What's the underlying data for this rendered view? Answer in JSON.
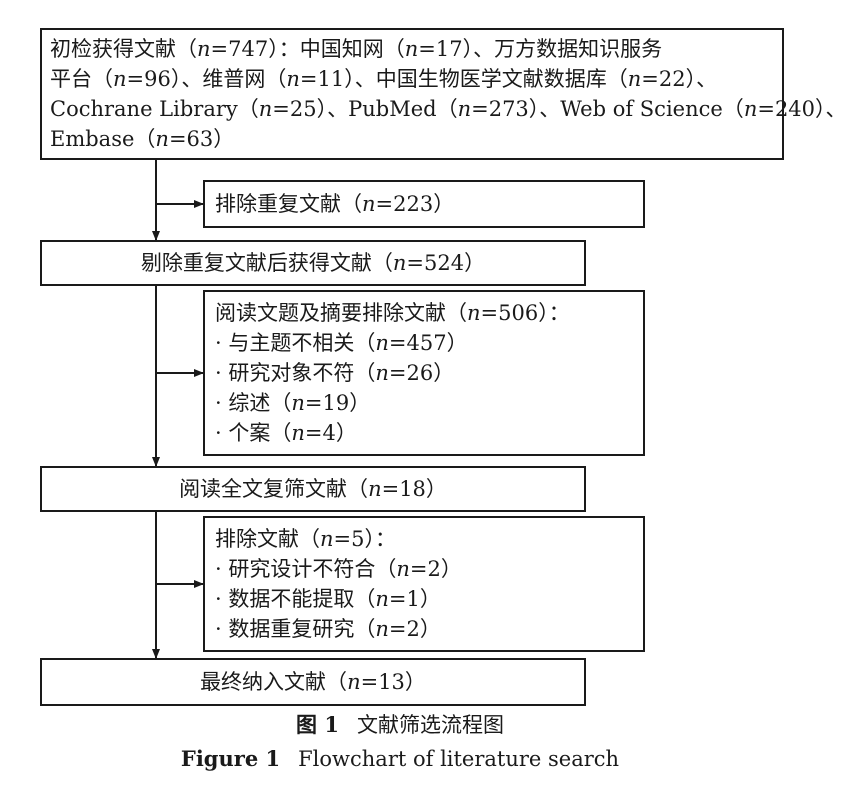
{
  "boxes": {
    "initial": {
      "lines": [
        [
          "初检获得文献（",
          "n",
          "=747）：中国知网（",
          "n",
          "=17）、万方数据知识服务"
        ],
        [
          "平台（",
          "n",
          "=96）、维普网（",
          "n",
          "=11）、中国生物医学文献数据库（",
          "n",
          "=22）、"
        ],
        [
          "Cochrane Library（",
          "n",
          "=25）、PubMed（",
          "n",
          "=273）、Web of Science（",
          "n",
          "=240）、"
        ],
        [
          "Embase（",
          "n",
          "=63）"
        ]
      ]
    },
    "duplicates_removed": {
      "lines": [
        [
          "排除重复文献（",
          "n",
          "=223）"
        ]
      ]
    },
    "after_dedup": {
      "lines": [
        [
          "剔除重复文献后获得文献（",
          "n",
          "=524）"
        ]
      ]
    },
    "title_abstract_excluded": {
      "lines": [
        [
          "阅读文题及摘要排除文献（",
          "n",
          "=506）："
        ],
        [
          "· 与主题不相关（",
          "n",
          "=457）"
        ],
        [
          "· 研究对象不符（",
          "n",
          "=26）"
        ],
        [
          "· 综述（",
          "n",
          "=19）"
        ],
        [
          "· 个案（",
          "n",
          "=4）"
        ]
      ]
    },
    "fulltext_screened": {
      "lines": [
        [
          "阅读全文复筛文献（",
          "n",
          "=18）"
        ]
      ]
    },
    "fulltext_excluded": {
      "lines": [
        [
          "排除文献（",
          "n",
          "=5）："
        ],
        [
          "· 研究设计不符合（",
          "n",
          "=2）"
        ],
        [
          "· 数据不能提取（",
          "n",
          "=1）"
        ],
        [
          "· 数据重复研究（",
          "n",
          "=2）"
        ]
      ]
    },
    "final_included": {
      "lines": [
        [
          "最终纳入文献（",
          "n",
          "=13）"
        ]
      ]
    }
  },
  "caption": {
    "cn_label": "图 1",
    "cn_title": "文献筛选流程图",
    "en_label": "Figure 1",
    "en_title": "Flowchart of literature search"
  }
}
